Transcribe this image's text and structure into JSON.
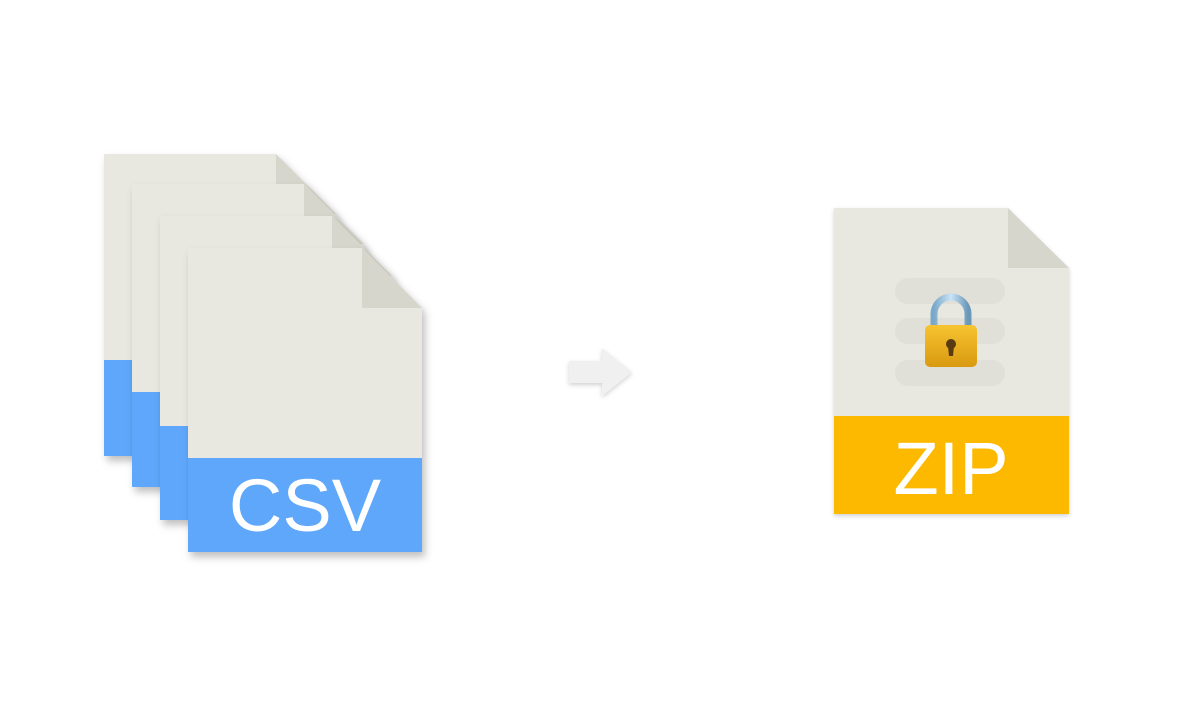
{
  "source_files": {
    "label": "CSV",
    "count": 4,
    "icon": "csv-file-stack-icon",
    "band_color": "#5ea7fb",
    "page_color": "#e8e8e0",
    "fold_color": "#d6d6cc"
  },
  "conversion": {
    "icon": "right-arrow-icon",
    "color": "#eeeeee"
  },
  "target_file": {
    "label": "ZIP",
    "icon": "zip-file-icon",
    "lock_icon": "padlock-icon",
    "band_color": "#fcb900",
    "page_color": "#e8e8e0",
    "fold_color": "#d6d6cc"
  }
}
